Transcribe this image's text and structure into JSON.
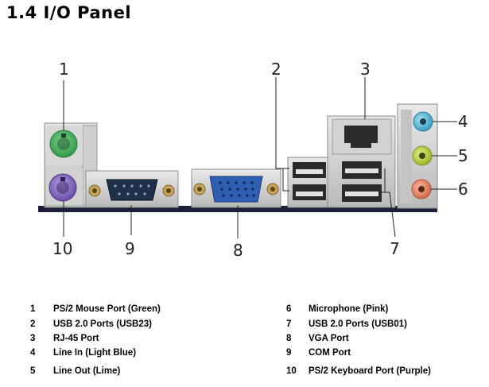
{
  "title": "1.4 I/O Panel",
  "callouts": {
    "c1": "1",
    "c2": "2",
    "c3": "3",
    "c4": "4",
    "c5": "5",
    "c6": "6",
    "c7": "7",
    "c8": "8",
    "c9": "9",
    "c10": "10"
  },
  "legend": {
    "left": [
      {
        "num": "1",
        "text": "PS/2  Mouse  Port  (Green)"
      },
      {
        "num": "2",
        "text": "USB 2.0  Ports  (USB23)"
      },
      {
        "num": "3",
        "text": "RJ-45  Port"
      },
      {
        "num": "4",
        "text": "Line  In  (Light Blue)"
      },
      {
        "num": "5",
        "text": "Line  Out  (Lime)"
      }
    ],
    "right": [
      {
        "num": "6",
        "text": "Microphone  (Pink)"
      },
      {
        "num": "7",
        "text": "USB 2.0  Ports  (USB01)"
      },
      {
        "num": "8",
        "text": "VGA Port"
      },
      {
        "num": "9",
        "text": "COM Port"
      },
      {
        "num": "10",
        "text": "PS/2  Keyboard  Port  (Purple)"
      }
    ]
  },
  "colors": {
    "mouse_port": "#3fae55",
    "keyboard_port": "#7b5bb5",
    "line_in": "#58b7d6",
    "line_out": "#b8cc3a",
    "microphone": "#e6876a",
    "vga": "#2f5fb0"
  }
}
